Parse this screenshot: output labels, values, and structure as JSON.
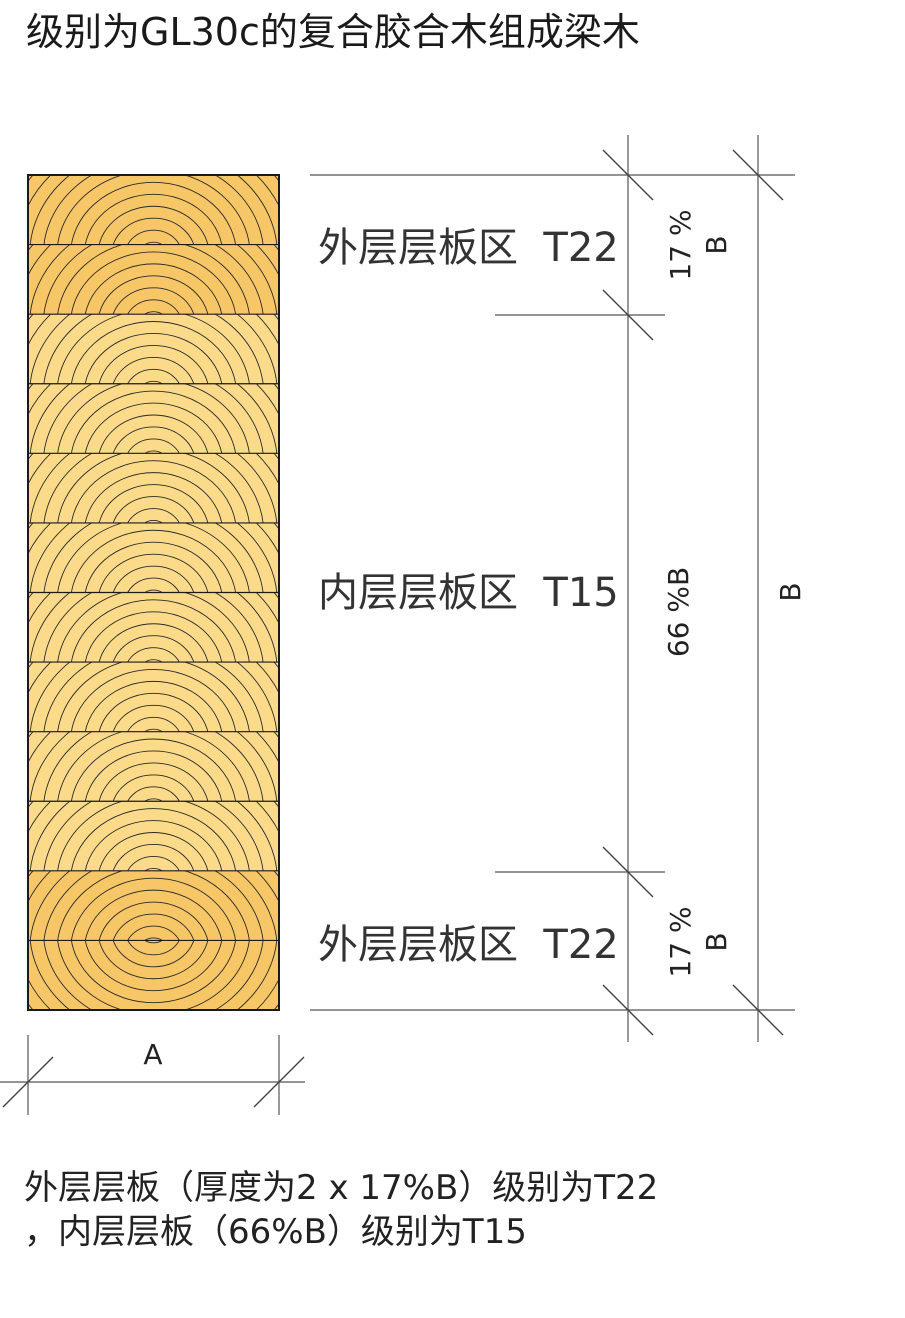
{
  "title": "级别为GL30c的复合胶合木组成梁木",
  "zones": {
    "outer_top": "外层层板区  T22",
    "inner": "内层层板区  T15",
    "outer_bottom": "外层层板区  T22"
  },
  "dimensions": {
    "width": "A",
    "outer_top_pct": "17 %",
    "outer_top_unit": "B",
    "inner": "66 %B",
    "outer_bottom_pct": "17 %",
    "outer_bottom_unit": "B",
    "total": "B"
  },
  "caption": {
    "line1": "外层层板（厚度为2 x 17%B）级别为T22",
    "line2": "，内层层板（66%B）级别为T15"
  },
  "lamella_count": 12,
  "colors": {
    "outer_lamella": "#f7c666",
    "inner_lamella": "#fbdb8a",
    "outline": "#1a1a1a",
    "dimension_line": "#555555"
  }
}
